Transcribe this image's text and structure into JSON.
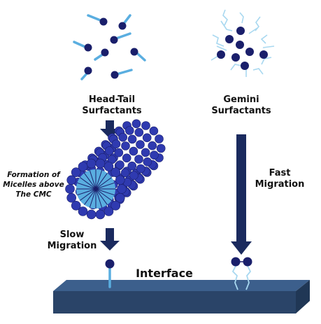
{
  "head_tail": {
    "line1": "Head-Tail",
    "line2": "Surfactants"
  },
  "gemini": {
    "line1": "Gemini",
    "line2": "Surfactants"
  },
  "micelle_note": {
    "line1": "Formation of",
    "line2": "Micelles above",
    "line3": "The CMC"
  },
  "fast": {
    "line1": "Fast",
    "line2": "Migration"
  },
  "slow": {
    "line1": "Slow",
    "line2": "Migration"
  },
  "interface_label": "Interface",
  "colors": {
    "head": "#1a1f6b",
    "tail": "#5aaee0",
    "gemini_tail": "#a8d8f0",
    "arrow": "#1a2a5e",
    "slab_top": "#3c5f8c",
    "slab_front": "#2a4468",
    "micelle": "#2f3ab0",
    "micelle_core": "#5aaee0"
  }
}
